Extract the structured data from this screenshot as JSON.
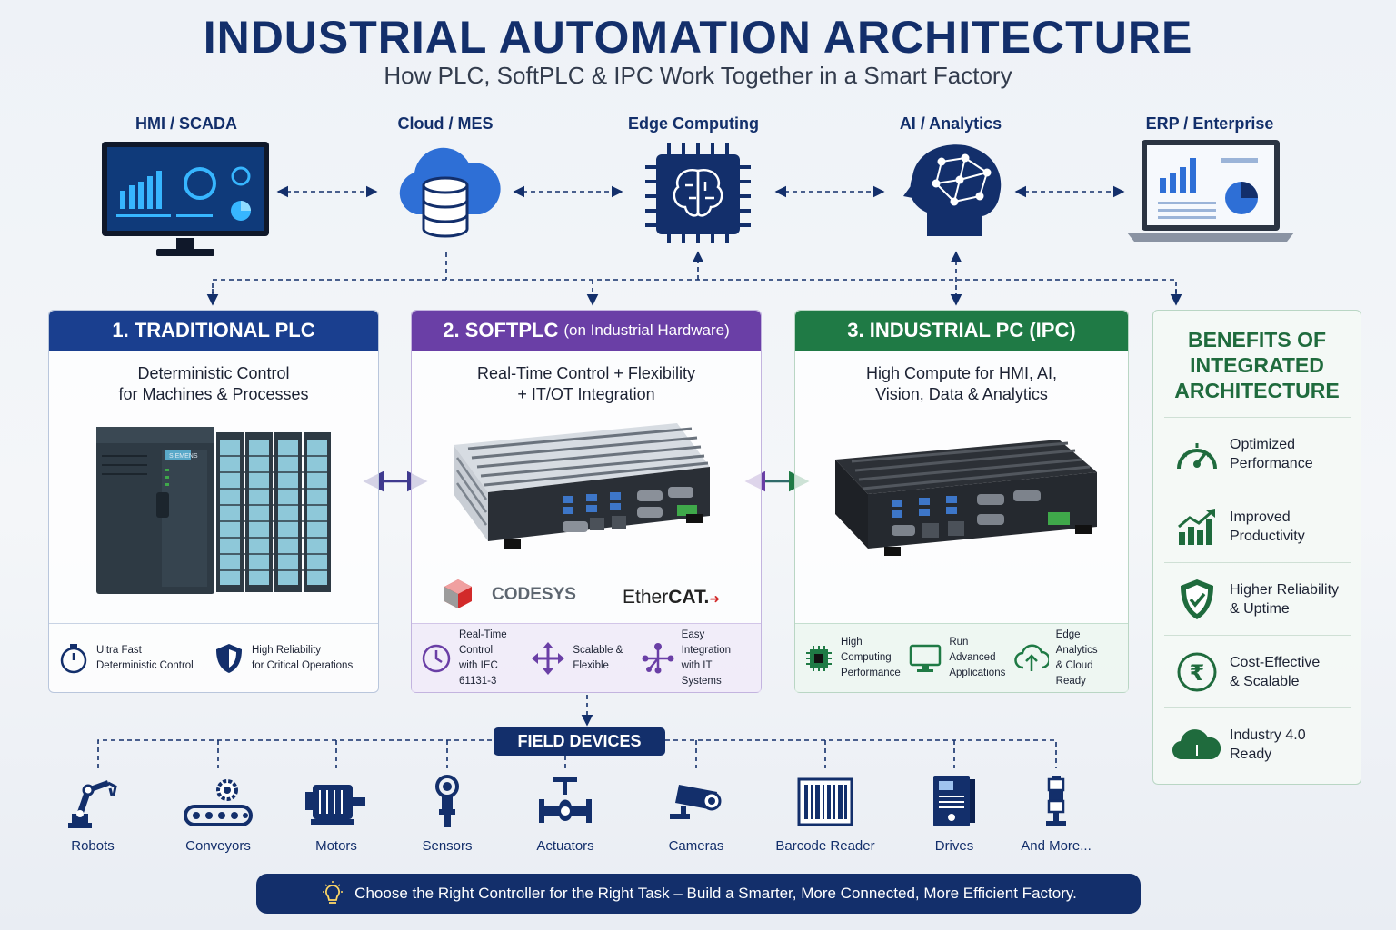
{
  "header": {
    "title": "INDUSTRIAL AUTOMATION ARCHITECTURE",
    "subtitle": "How PLC, SoftPLC & IPC Work Together in a Smart Factory"
  },
  "top_nodes": [
    {
      "label": "HMI / SCADA",
      "icon": "monitor-dashboard-icon"
    },
    {
      "label": "Cloud / MES",
      "icon": "cloud-database-icon"
    },
    {
      "label": "Edge Computing",
      "icon": "chip-brain-icon"
    },
    {
      "label": "AI / Analytics",
      "icon": "ai-head-icon"
    },
    {
      "label": "ERP / Enterprise",
      "icon": "laptop-chart-icon"
    }
  ],
  "panels": {
    "plc": {
      "title": "1. TRADITIONAL PLC",
      "desc1": "Deterministic Control",
      "desc2": "for Machines & Processes",
      "device_brand": "SIEMENS",
      "color": "#1a3f8f",
      "features": [
        {
          "l1": "Ultra Fast",
          "l2": "Deterministic Control",
          "icon": "stopwatch-icon"
        },
        {
          "l1": "High Reliability",
          "l2": "for Critical Operations",
          "icon": "shield-icon"
        }
      ]
    },
    "softplc": {
      "title": "2. SOFTPLC",
      "title_suffix": "(on Industrial Hardware)",
      "desc1": "Real-Time Control + Flexibility",
      "desc2": "+ IT/OT Integration",
      "logo1": "CODESYS",
      "logo2_a": "Ether",
      "logo2_b": "CAT.",
      "color": "#6a3fa6",
      "features": [
        {
          "l1": "Real-Time Control",
          "l2": "with IEC 61131-3",
          "icon": "clock-icon"
        },
        {
          "l1": "Scalable &",
          "l2": "Flexible",
          "icon": "arrows-icon"
        },
        {
          "l1": "Easy Integration",
          "l2": "with IT Systems",
          "icon": "network-icon"
        }
      ]
    },
    "ipc": {
      "title": "3. INDUSTRIAL PC (IPC)",
      "desc1": "High Compute for HMI, AI,",
      "desc2": "Vision, Data & Analytics",
      "color": "#1f7a45",
      "features": [
        {
          "l1": "High Computing",
          "l2": "Performance",
          "icon": "cpu-icon"
        },
        {
          "l1": "Run Advanced",
          "l2": "Applications",
          "icon": "monitor-icon"
        },
        {
          "l1": "Edge Analytics",
          "l2": "& Cloud Ready",
          "icon": "cloud-upload-icon"
        }
      ]
    }
  },
  "benefits": {
    "title1": "BENEFITS OF",
    "title2": "INTEGRATED",
    "title3": "ARCHITECTURE",
    "items": [
      {
        "l1": "Optimized",
        "l2": "Performance",
        "icon": "gauge-icon"
      },
      {
        "l1": "Improved",
        "l2": "Productivity",
        "icon": "growth-chart-icon"
      },
      {
        "l1": "Higher Reliability",
        "l2": "& Uptime",
        "icon": "shield-check-icon"
      },
      {
        "l1": "Cost-Effective",
        "l2": "& Scalable",
        "icon": "rupee-icon"
      },
      {
        "l1": "Industry 4.0",
        "l2": "Ready",
        "icon": "cloud-icon"
      }
    ]
  },
  "field": {
    "tag": "FIELD DEVICES",
    "devices": [
      {
        "label": "Robots",
        "icon": "robot-arm-icon"
      },
      {
        "label": "Conveyors",
        "icon": "conveyor-icon"
      },
      {
        "label": "Motors",
        "icon": "motor-icon"
      },
      {
        "label": "Sensors",
        "icon": "sensor-icon"
      },
      {
        "label": "Actuators",
        "icon": "valve-icon"
      },
      {
        "label": "Cameras",
        "icon": "camera-icon"
      },
      {
        "label": "Barcode Reader",
        "icon": "barcode-icon"
      },
      {
        "label": "Drives",
        "icon": "drive-icon"
      },
      {
        "label": "And More...",
        "icon": "tower-light-icon"
      }
    ]
  },
  "footer": {
    "text": "Choose the Right Controller for the Right Task – Build a Smarter, More Connected, More Efficient Factory.",
    "icon": "lightbulb-icon"
  },
  "colors": {
    "navy": "#132f6b",
    "purple": "#6a3fa6",
    "green": "#1f7a45"
  }
}
